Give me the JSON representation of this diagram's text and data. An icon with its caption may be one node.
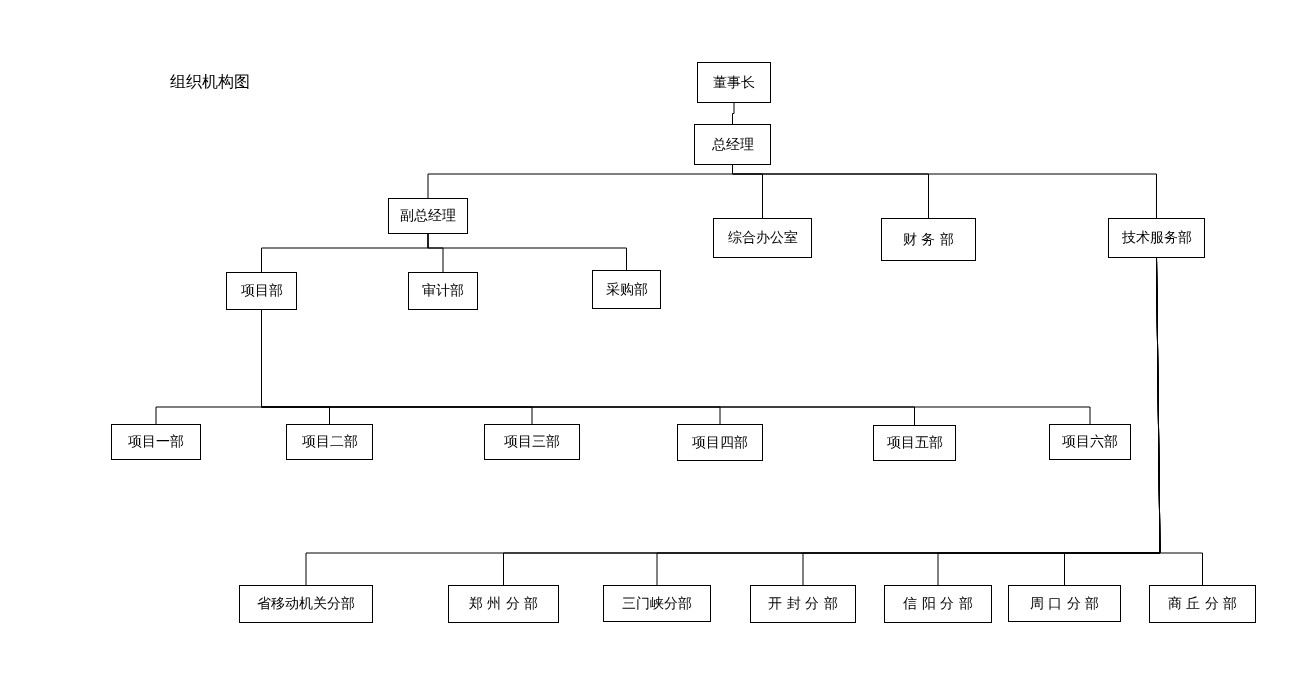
{
  "diagram": {
    "title": "组织机构图",
    "nodes": [
      {
        "text": [
          "董事长"
        ]
      },
      {
        "text": [
          "总经理"
        ]
      },
      {
        "text": [
          "副总经理"
        ]
      },
      {
        "text": [
          "综合办公室"
        ]
      },
      {
        "text": [
          "财 务 部"
        ]
      },
      {
        "text": [
          "技术服务部"
        ]
      },
      {
        "text": [
          "项目部"
        ]
      },
      {
        "text": [
          "审计部"
        ]
      },
      {
        "text": [
          "采购部"
        ]
      },
      {
        "text": [
          "项目一部"
        ]
      },
      {
        "text": [
          "项目二部"
        ]
      },
      {
        "text": [
          "项目三部"
        ]
      },
      {
        "text": [
          "项目四部"
        ]
      },
      {
        "text": [
          "项目五部"
        ]
      },
      {
        "text": [
          "项目六部"
        ]
      },
      {
        "text": [
          "省移动机关分部"
        ]
      },
      {
        "text": [
          "郑 州 分 部"
        ]
      },
      {
        "text": [
          "三门峡分部"
        ]
      },
      {
        "text": [
          "开 封 分 部"
        ]
      },
      {
        "text": [
          "信 阳 分 部"
        ]
      },
      {
        "text": [
          "周 口 分 部"
        ]
      },
      {
        "text": [
          "商 丘 分 部"
        ]
      }
    ],
    "edges": [
      {
        "from": 0,
        "to": 1,
        "arrow": "none"
      },
      {
        "from": 1,
        "to": 2,
        "arrow": "none"
      },
      {
        "from": 1,
        "to": 3,
        "arrow": "none"
      },
      {
        "from": 1,
        "to": 4,
        "arrow": "none"
      },
      {
        "from": 1,
        "to": 5,
        "arrow": "none"
      },
      {
        "from": 2,
        "to": 6,
        "arrow": "none"
      },
      {
        "from": 2,
        "to": 7,
        "arrow": "none"
      },
      {
        "from": 2,
        "to": 8,
        "arrow": "none"
      },
      {
        "from": 6,
        "to": 9,
        "arrow": "none"
      },
      {
        "from": 6,
        "to": 10,
        "arrow": "none"
      },
      {
        "from": 6,
        "to": 11,
        "arrow": "none"
      },
      {
        "from": 6,
        "to": 12,
        "arrow": "none"
      },
      {
        "from": 6,
        "to": 13,
        "arrow": "none"
      },
      {
        "from": 6,
        "to": 14,
        "arrow": "none"
      },
      {
        "from": 5,
        "to": 15,
        "arrow": "none"
      },
      {
        "from": 5,
        "to": 16,
        "arrow": "none"
      },
      {
        "from": 5,
        "to": 17,
        "arrow": "none"
      },
      {
        "from": 5,
        "to": 18,
        "arrow": "none"
      },
      {
        "from": 5,
        "to": 19,
        "arrow": "none"
      },
      {
        "from": 5,
        "to": 20,
        "arrow": "none"
      },
      {
        "from": 5,
        "to": 21,
        "arrow": "none"
      }
    ]
  }
}
